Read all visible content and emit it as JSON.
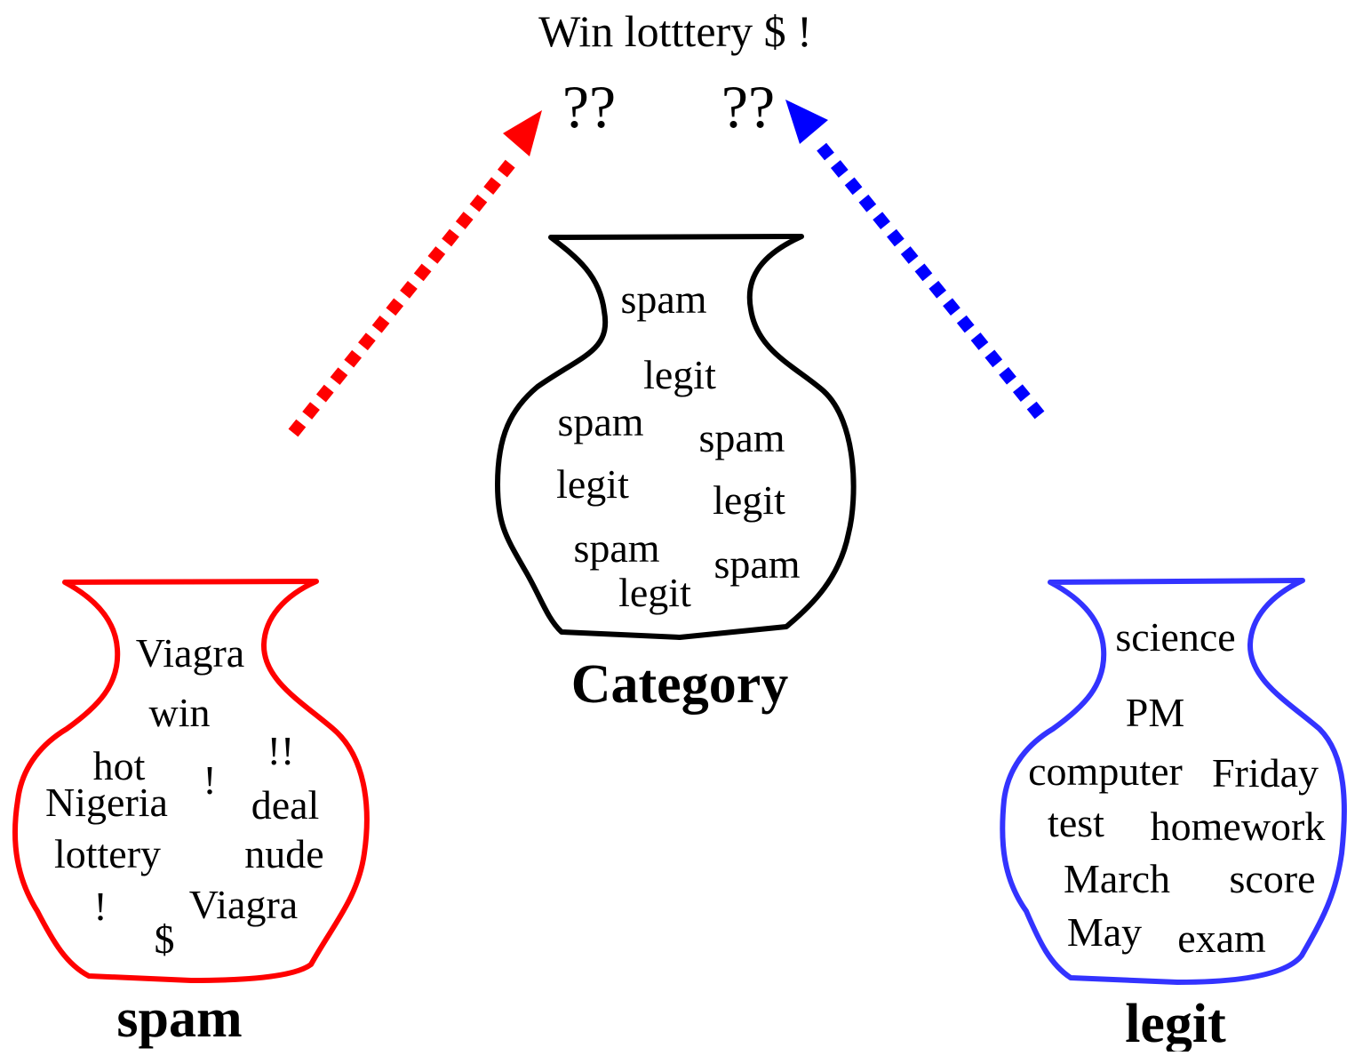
{
  "header": {
    "title": "Win lotttery $ !",
    "left_unknown": "??",
    "right_unknown": "??"
  },
  "colors": {
    "spam": "#ff0000",
    "legit": "#3333ff",
    "category": "#000000",
    "left_arrow": "#ff0000",
    "right_arrow": "#0000ff"
  },
  "category_jar": {
    "label": "Category",
    "words": [
      "spam",
      "legit",
      "spam",
      "spam",
      "legit",
      "legit",
      "spam",
      "spam",
      "legit"
    ]
  },
  "spam_jar": {
    "label": "spam",
    "words": [
      "Viagra",
      "win",
      "hot",
      "!!",
      "!",
      "Nigeria",
      "deal",
      "lottery",
      "nude",
      "!",
      "Viagra",
      "$"
    ]
  },
  "legit_jar": {
    "label": "legit",
    "words": [
      "science",
      "PM",
      "computer",
      "Friday",
      "test",
      "homework",
      "March",
      "score",
      "May",
      "exam"
    ]
  }
}
